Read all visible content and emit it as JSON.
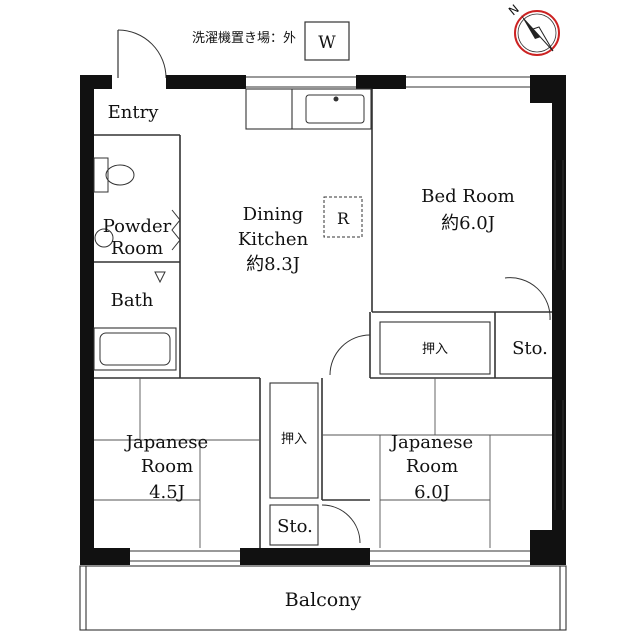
{
  "header": {
    "washer_note": "洗濯機置き場：外",
    "washer_symbol": "W"
  },
  "rooms": {
    "entry": "Entry",
    "powder_line1": "Powder",
    "powder_line2": "Room",
    "bath": "Bath",
    "dk_line1": "Dining",
    "dk_line2": "Kitchen",
    "dk_size": "約8.3J",
    "fridge": "R",
    "bed_line1": "Bed Room",
    "bed_size": "約6.0J",
    "closet_bed": "押入",
    "storage_bed": "Sto.",
    "jp_left_line1": "Japanese",
    "jp_left_line2": "Room",
    "jp_left_size": "4.5J",
    "closet_mid": "押入",
    "storage_mid": "Sto.",
    "jp_right_line1": "Japanese",
    "jp_right_line2": "Room",
    "jp_right_size": "6.0J",
    "balcony": "Balcony"
  },
  "colors": {
    "wall": "#111111",
    "line": "#333333",
    "compass_ring": "#cc2222"
  },
  "icons": [
    "compass-icon",
    "toilet-icon",
    "sink-icon",
    "bathtub-icon",
    "washer-icon",
    "fridge-icon"
  ]
}
